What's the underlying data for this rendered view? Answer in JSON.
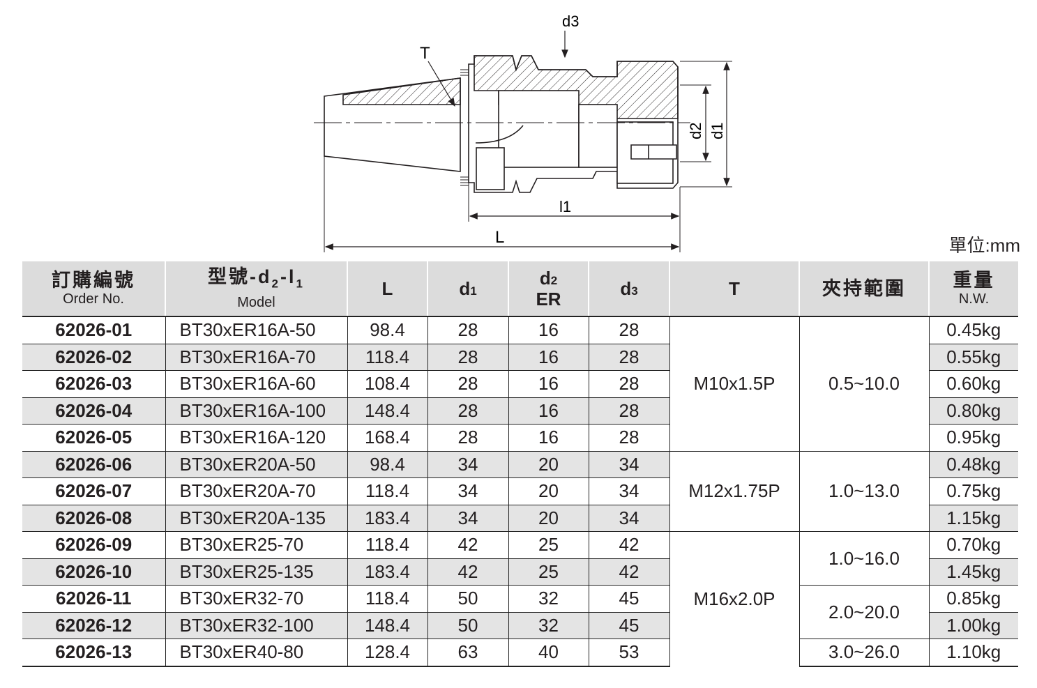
{
  "drawing": {
    "labels": {
      "T": "T",
      "d3": "d3",
      "d2": "d2",
      "d1": "d1",
      "l1": "l1",
      "L": "L"
    }
  },
  "unit_label": "單位:mm",
  "table": {
    "headers": {
      "order": {
        "main": "訂購編號",
        "sub": "Order No."
      },
      "model": {
        "main": "型號-",
        "sym": "d",
        "sub1": "2",
        "dash": "-l",
        "sub2": "1",
        "sub": "Model"
      },
      "L": "L",
      "d1": {
        "sym": "d",
        "sub": "1"
      },
      "d2": {
        "sym": "d",
        "sub": "2",
        "extra": "ER"
      },
      "d3": {
        "sym": "d",
        "sub": "3"
      },
      "T": "T",
      "clamp": "夾持範圍",
      "weight": {
        "main": "重量",
        "sub": "N.W."
      }
    },
    "rows": [
      {
        "order": "62026-01",
        "model": "BT30xER16A-50",
        "L": "98.4",
        "d1": "28",
        "d2": "16",
        "d3": "28",
        "weight": "0.45kg"
      },
      {
        "order": "62026-02",
        "model": "BT30xER16A-70",
        "L": "118.4",
        "d1": "28",
        "d2": "16",
        "d3": "28",
        "weight": "0.55kg"
      },
      {
        "order": "62026-03",
        "model": "BT30xER16A-60",
        "L": "108.4",
        "d1": "28",
        "d2": "16",
        "d3": "28",
        "weight": "0.60kg"
      },
      {
        "order": "62026-04",
        "model": "BT30xER16A-100",
        "L": "148.4",
        "d1": "28",
        "d2": "16",
        "d3": "28",
        "weight": "0.80kg"
      },
      {
        "order": "62026-05",
        "model": "BT30xER16A-120",
        "L": "168.4",
        "d1": "28",
        "d2": "16",
        "d3": "28",
        "weight": "0.95kg"
      },
      {
        "order": "62026-06",
        "model": "BT30xER20A-50",
        "L": "98.4",
        "d1": "34",
        "d2": "20",
        "d3": "34",
        "weight": "0.48kg"
      },
      {
        "order": "62026-07",
        "model": "BT30xER20A-70",
        "L": "118.4",
        "d1": "34",
        "d2": "20",
        "d3": "34",
        "weight": "0.75kg"
      },
      {
        "order": "62026-08",
        "model": "BT30xER20A-135",
        "L": "183.4",
        "d1": "34",
        "d2": "20",
        "d3": "34",
        "weight": "1.15kg"
      },
      {
        "order": "62026-09",
        "model": "BT30xER25-70",
        "L": "118.4",
        "d1": "42",
        "d2": "25",
        "d3": "42",
        "weight": "0.70kg"
      },
      {
        "order": "62026-10",
        "model": "BT30xER25-135",
        "L": "183.4",
        "d1": "42",
        "d2": "25",
        "d3": "42",
        "weight": "1.45kg"
      },
      {
        "order": "62026-11",
        "model": "BT30xER32-70",
        "L": "118.4",
        "d1": "50",
        "d2": "32",
        "d3": "45",
        "weight": "0.85kg"
      },
      {
        "order": "62026-12",
        "model": "BT30xER32-100",
        "L": "148.4",
        "d1": "50",
        "d2": "32",
        "d3": "45",
        "weight": "1.00kg"
      },
      {
        "order": "62026-13",
        "model": "BT30xER40-80",
        "L": "128.4",
        "d1": "63",
        "d2": "40",
        "d3": "53",
        "weight": "1.10kg"
      }
    ],
    "thread_groups": [
      {
        "value": "M10x1.5P"
      },
      {
        "value": "M12x1.75P"
      },
      {
        "value": "M16x2.0P"
      }
    ],
    "clamp_groups": [
      {
        "value": "0.5~10.0"
      },
      {
        "value": "1.0~13.0"
      },
      {
        "value": "1.0~16.0"
      },
      {
        "value": "2.0~20.0"
      },
      {
        "value": "3.0~26.0"
      }
    ]
  }
}
